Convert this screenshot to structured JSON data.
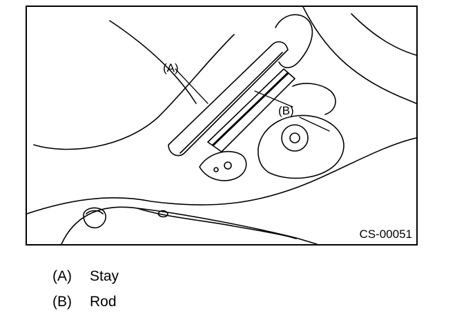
{
  "figure": {
    "code": "CS-00051",
    "callouts": [
      {
        "letter": "(A)"
      },
      {
        "letter": "(B)"
      }
    ]
  },
  "legend": [
    {
      "key": "(A)",
      "label": "Stay"
    },
    {
      "key": "(B)",
      "label": "Rod"
    }
  ],
  "colors": {
    "line": "#000000",
    "background": "#ffffff"
  }
}
